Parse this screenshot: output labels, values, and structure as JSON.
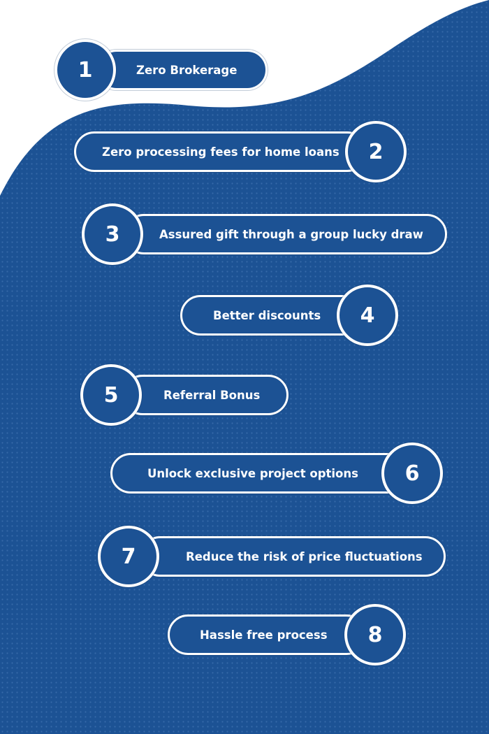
{
  "colors": {
    "primary": "#1c5294",
    "background": "#ffffff",
    "border": "#ffffff"
  },
  "items": [
    {
      "number": "1",
      "label": "Zero Brokerage"
    },
    {
      "number": "2",
      "label": "Zero processing fees for home loans"
    },
    {
      "number": "3",
      "label": "Assured gift through a group lucky draw"
    },
    {
      "number": "4",
      "label": "Better discounts"
    },
    {
      "number": "5",
      "label": "Referral Bonus"
    },
    {
      "number": "6",
      "label": "Unlock exclusive project options"
    },
    {
      "number": "7",
      "label": "Reduce the risk of price fluctuations"
    },
    {
      "number": "8",
      "label": "Hassle free process"
    }
  ]
}
